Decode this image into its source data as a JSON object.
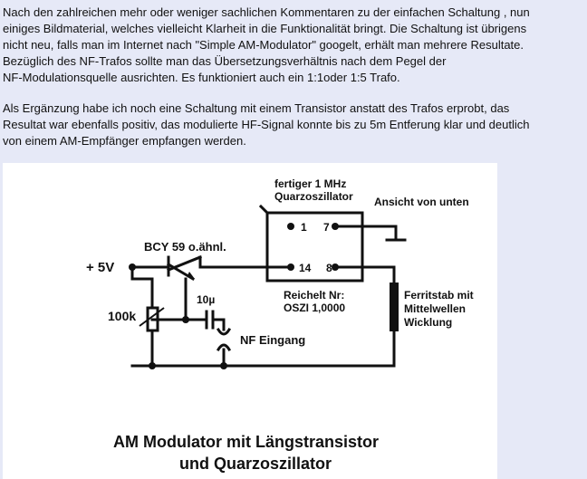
{
  "post": {
    "paragraph1": [
      "Nach den zahlreichen mehr oder weniger sachlichen Kommentaren zu der einfachen Schaltung , nun",
      "einiges Bildmaterial, welches vielleicht Klarheit in die Funktionalität bringt. Die Schaltung ist übrigens",
      "nicht neu, falls man im Internet nach \"Simple AM-Modulator\" googelt, erhält man mehrere Resultate.",
      "Bezüglich des NF-Trafos sollte man das Übersetzungsverhältnis nach dem Pegel der",
      "NF-Modulationsquelle ausrichten. Es funktioniert auch ein 1:1oder 1:5 Trafo."
    ],
    "paragraph2": [
      "Als Ergänzung habe ich noch eine Schaltung mit einem Transistor anstatt des Trafos erprobt, das",
      "Resultat war ebenfalls positiv, das modulierte HF-Signal konnte bis zu 5m Entferung klar und deutlich",
      "von einem AM-Empfänger empfangen werden."
    ]
  },
  "schematic": {
    "oscillator_label_1": "fertiger 1 MHz",
    "oscillator_label_2": "Quarzoszillator",
    "view_label": "Ansicht von unten",
    "transistor_label": "BCY 59 o.ähnl.",
    "supply_label": "+ 5V",
    "pin_1": "1",
    "pin_7": "7",
    "pin_14": "14",
    "pin_8": "8",
    "capacitor_label": "10µ",
    "pot_label": "100k",
    "reichelt_1": "Reichelt Nr:",
    "reichelt_2": "OSZI 1,0000",
    "ferrite_1": "Ferritstab mit",
    "ferrite_2": "Mittelwellen",
    "ferrite_3": "Wicklung",
    "nf_label": "NF Eingang",
    "caption_1": "AM Modulator mit Längstransistor",
    "caption_2": "und Quarzoszillator"
  }
}
